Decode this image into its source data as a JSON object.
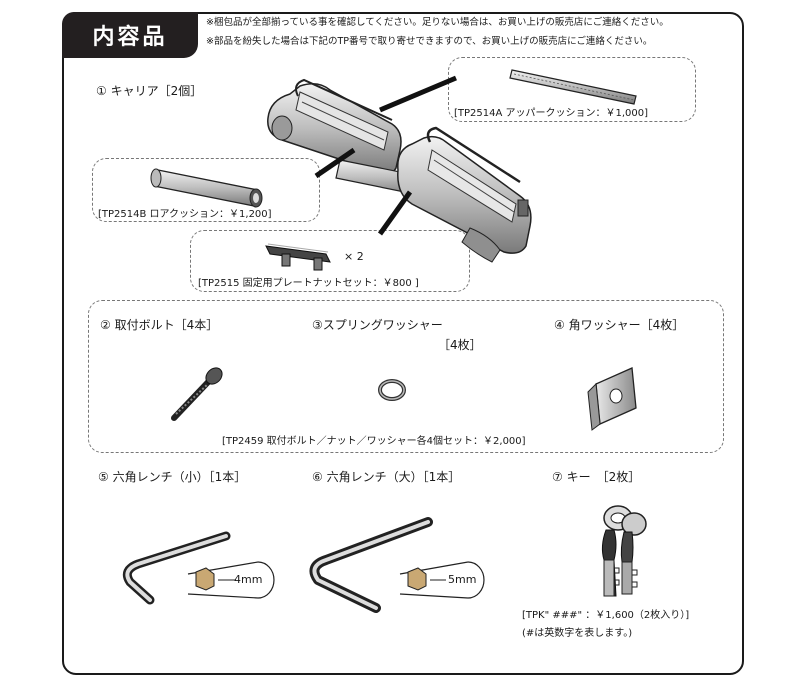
{
  "header": {
    "title": "内容品",
    "note1": "※梱包品が全部揃っている事を確認してください。足りない場合は、お買い上げの販売店にご連絡ください。",
    "note2": "※部品を紛失した場合は下記のTP番号で取り寄せできますので、お買い上げの販売店にご連絡ください。"
  },
  "items": {
    "carrier": {
      "label": "① キャリア［2個］"
    },
    "upper_cushion": {
      "caption": "[TP2514A アッパークッション：￥1,000]"
    },
    "lower_cushion": {
      "caption": "[TP2514B ロアクッション：￥1,200]"
    },
    "plate_nut": {
      "caption": "[TP2515 固定用プレートナットセット：￥800 ]",
      "qty": "× 2"
    },
    "bolt": {
      "label": "② 取付ボルト［4本］"
    },
    "spring_washer": {
      "label": "③スプリングワッシャー",
      "qty": "［4枚］"
    },
    "square_washer": {
      "label": "④ 角ワッシャー［4枚］"
    },
    "hardware_set": {
      "caption": "[TP2459 取付ボルト／ナット／ワッシャー各4個セット：￥2,000]"
    },
    "hex_small": {
      "label": "⑤ 六角レンチ（小）［1本］",
      "size": "4mm"
    },
    "hex_large": {
      "label": "⑥ 六角レンチ（大）［1本］",
      "size": "5mm"
    },
    "key": {
      "label": "⑦ キー　［2枚］",
      "caption": "[TPK\" ###\" ：￥1,600（2枚入り）]",
      "note": "(#は英数字を表します。)"
    }
  }
}
